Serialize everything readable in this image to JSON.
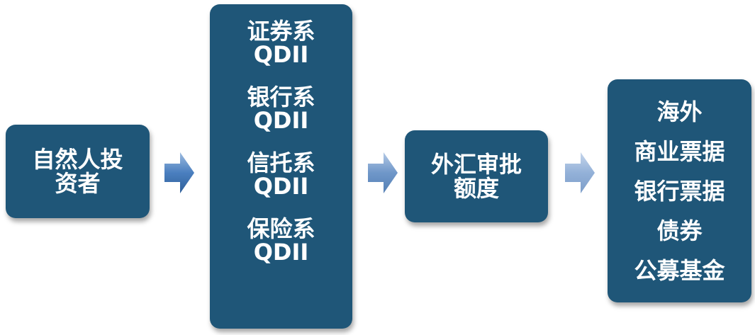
{
  "investor": {
    "lines": [
      "自然人投",
      "资者"
    ]
  },
  "qdii": {
    "items": [
      {
        "name": "证券系",
        "suffix": "QDII"
      },
      {
        "name": "银行系",
        "suffix": "QDII"
      },
      {
        "name": "信托系",
        "suffix": "QDII"
      },
      {
        "name": "保险系",
        "suffix": "QDII"
      }
    ]
  },
  "quota": {
    "lines": [
      "外汇审批",
      "额度"
    ]
  },
  "assets": {
    "lines": [
      "海外",
      "商业票据",
      "银行票据",
      "债券",
      "公募基金"
    ]
  },
  "colors": {
    "box": "#1f5678",
    "arrow_dark": "#3a6ea8",
    "arrow_light": "#8fb0d8"
  }
}
